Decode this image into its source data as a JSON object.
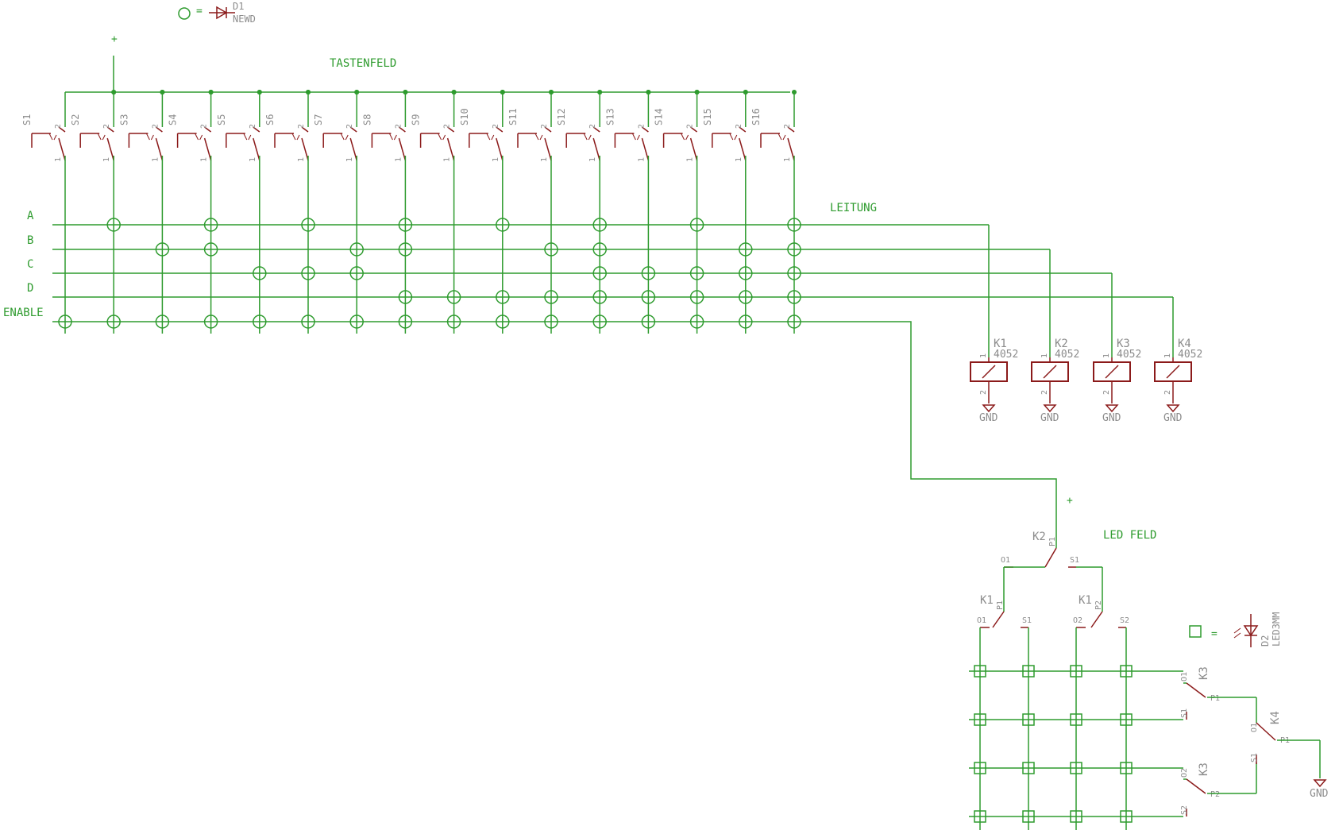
{
  "colors": {
    "wire": "#2e9b2e",
    "part": "#8b1a1a",
    "label": "#8c8c8c",
    "net": "#2e9b2e",
    "background": "#ffffff"
  },
  "legend": {
    "diode_ref": "D1",
    "diode_value": "NEWD",
    "led_ref": "D2",
    "led_value": "LED3MM",
    "equals": "="
  },
  "labels": {
    "tastenfeld": "TASTENFELD",
    "leitung": "LEITUNG",
    "led_feld": "LED FELD",
    "plus": "+"
  },
  "switches": [
    "S1",
    "S2",
    "S3",
    "S4",
    "S5",
    "S6",
    "S7",
    "S8",
    "S9",
    "S10",
    "S11",
    "S12",
    "S13",
    "S14",
    "S15",
    "S16"
  ],
  "pins": {
    "one": "1",
    "two": "2"
  },
  "rows": [
    {
      "name": "A",
      "diodes": [
        2,
        4,
        6,
        8,
        10,
        12,
        14,
        16
      ]
    },
    {
      "name": "B",
      "diodes": [
        3,
        4,
        7,
        8,
        11,
        12,
        15,
        16
      ]
    },
    {
      "name": "C",
      "diodes": [
        5,
        6,
        7,
        12,
        13,
        14,
        15,
        16
      ]
    },
    {
      "name": "D",
      "diodes": [
        8,
        9,
        10,
        11,
        12,
        13,
        14,
        15,
        16
      ]
    },
    {
      "name": "ENABLE",
      "diodes": [
        1,
        2,
        3,
        4,
        5,
        6,
        7,
        8,
        9,
        10,
        11,
        12,
        13,
        14,
        15,
        16
      ]
    }
  ],
  "relays": [
    {
      "ref": "K1",
      "value": "4052",
      "gnd": "GND"
    },
    {
      "ref": "K2",
      "value": "4052",
      "gnd": "GND"
    },
    {
      "ref": "K3",
      "value": "4052",
      "gnd": "GND"
    },
    {
      "ref": "K4",
      "value": "4052",
      "gnd": "GND"
    }
  ],
  "contacts": {
    "k2": {
      "ref": "K2",
      "p": "P1",
      "o": "O1",
      "s": "S1"
    },
    "k1a": {
      "ref": "K1",
      "p": "P1",
      "o": "O1",
      "s": "S1"
    },
    "k1b": {
      "ref": "K1",
      "p": "P2",
      "o": "O2",
      "s": "S2"
    },
    "k3a": {
      "ref": "K3",
      "p": "P1",
      "o": "O1",
      "s": "S1"
    },
    "k3b": {
      "ref": "K3",
      "p": "P2",
      "o": "O2",
      "s": "S2"
    },
    "k4": {
      "ref": "K4",
      "p": "P1",
      "o": "O1",
      "s": "S1",
      "gnd": "GND"
    }
  }
}
